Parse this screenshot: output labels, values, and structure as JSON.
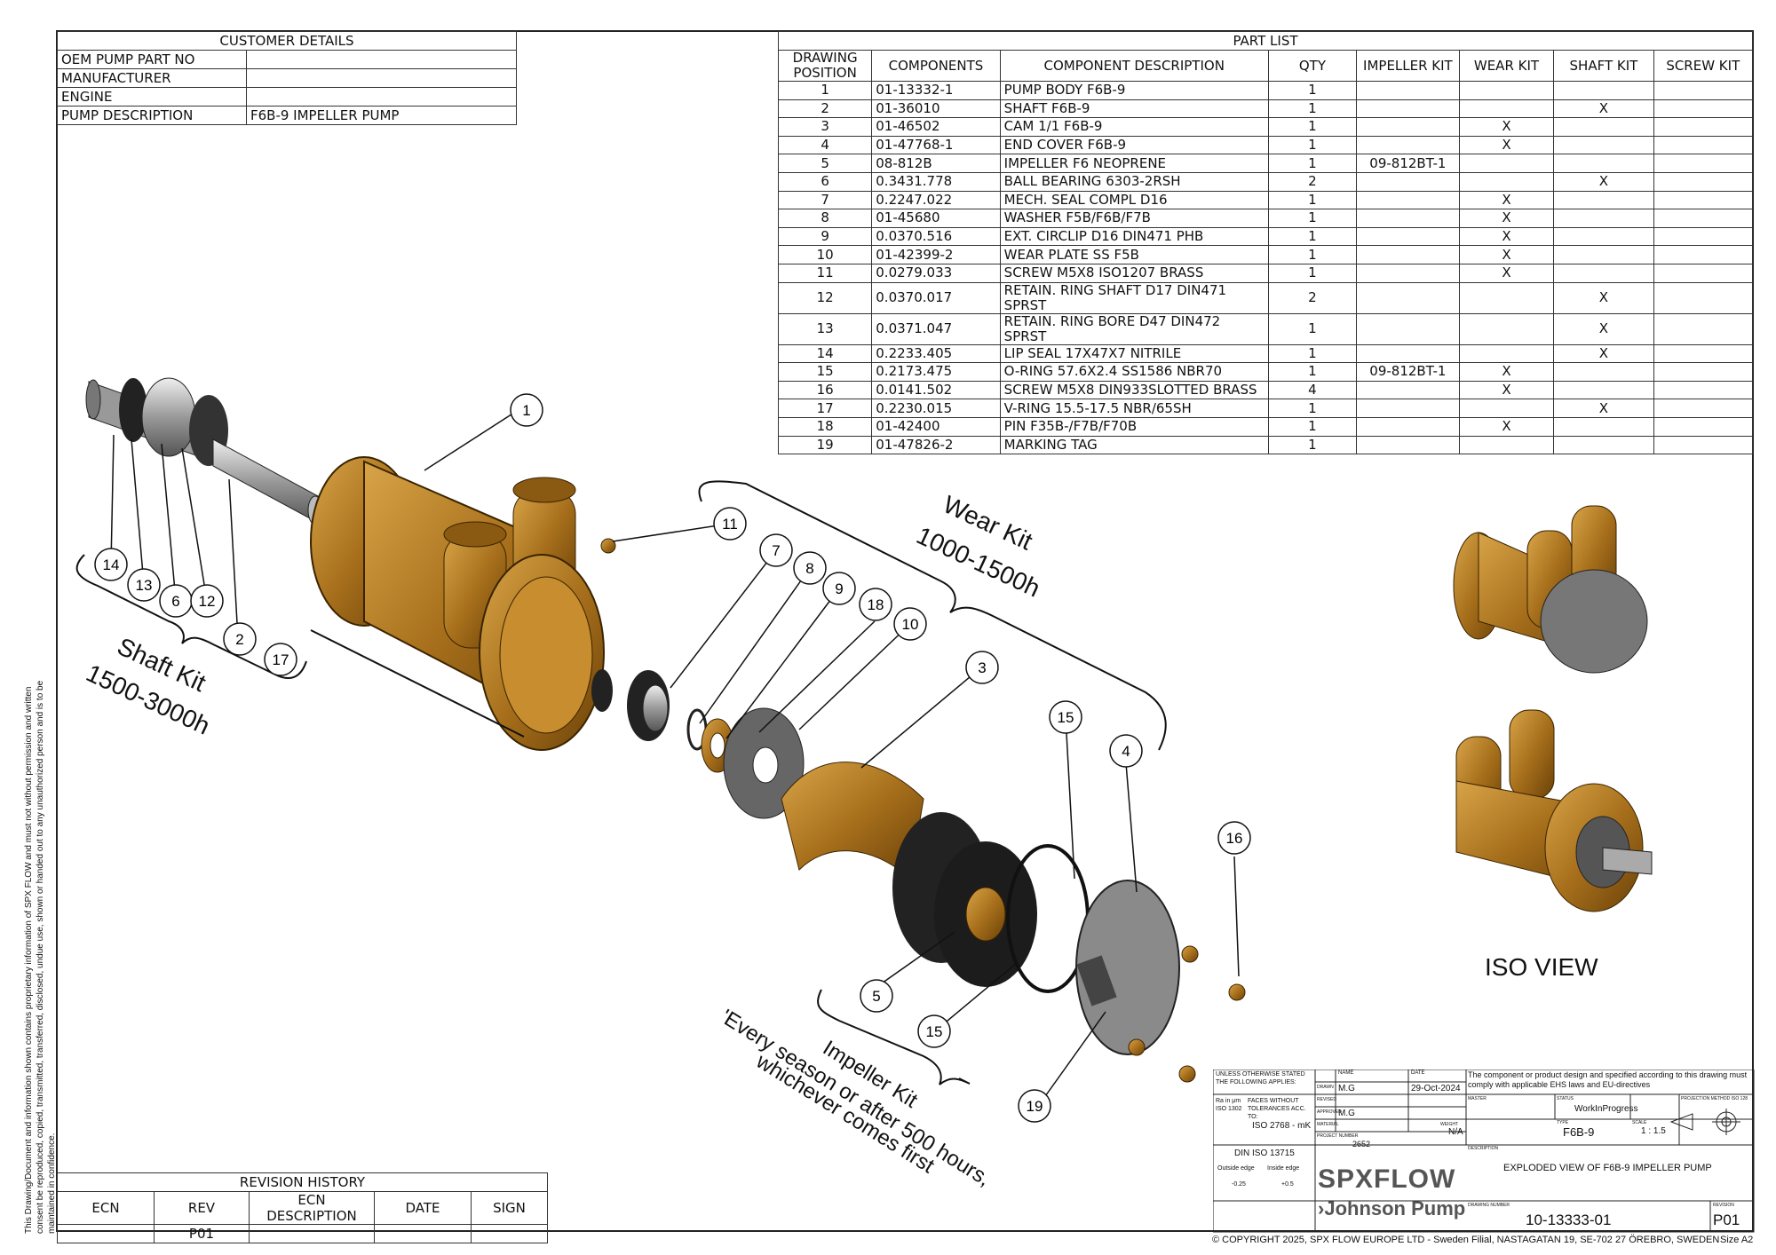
{
  "customer_details": {
    "title": "CUSTOMER DETAILS",
    "rows": [
      {
        "label": "OEM PUMP PART NO",
        "value": ""
      },
      {
        "label": "MANUFACTURER",
        "value": ""
      },
      {
        "label": "ENGINE",
        "value": ""
      },
      {
        "label": "PUMP DESCRIPTION",
        "value": "F6B-9 IMPELLER PUMP"
      }
    ]
  },
  "part_list": {
    "title": "PART LIST",
    "headers": [
      "DRAWING POSITION",
      "COMPONENTS",
      "COMPONENT DESCRIPTION",
      "QTY",
      "IMPELLER KIT",
      "WEAR KIT",
      "SHAFT KIT",
      "SCREW KIT"
    ],
    "rows": [
      [
        "1",
        "01-13332-1",
        "PUMP BODY F6B-9",
        "1",
        "",
        "",
        "",
        ""
      ],
      [
        "2",
        "01-36010",
        "SHAFT F6B-9",
        "1",
        "",
        "",
        "X",
        ""
      ],
      [
        "3",
        "01-46502",
        "CAM 1/1 F6B-9",
        "1",
        "",
        "X",
        "",
        ""
      ],
      [
        "4",
        "01-47768-1",
        "END COVER F6B-9",
        "1",
        "",
        "X",
        "",
        ""
      ],
      [
        "5",
        "08-812B",
        "IMPELLER F6 NEOPRENE",
        "1",
        "09-812BT-1",
        "",
        "",
        ""
      ],
      [
        "6",
        "0.3431.778",
        "BALL BEARING 6303-2RSH",
        "2",
        "",
        "",
        "X",
        ""
      ],
      [
        "7",
        "0.2247.022",
        "MECH. SEAL COMPL D16",
        "1",
        "",
        "X",
        "",
        ""
      ],
      [
        "8",
        "01-45680",
        "WASHER F5B/F6B/F7B",
        "1",
        "",
        "X",
        "",
        ""
      ],
      [
        "9",
        "0.0370.516",
        "EXT. CIRCLIP D16 DIN471 PHB",
        "1",
        "",
        "X",
        "",
        ""
      ],
      [
        "10",
        "01-42399-2",
        "WEAR PLATE SS F5B",
        "1",
        "",
        "X",
        "",
        ""
      ],
      [
        "11",
        "0.0279.033",
        "SCREW M5X8 ISO1207 BRASS",
        "1",
        "",
        "X",
        "",
        ""
      ],
      [
        "12",
        "0.0370.017",
        "RETAIN. RING SHAFT D17 DIN471 SPRST",
        "2",
        "",
        "",
        "X",
        ""
      ],
      [
        "13",
        "0.0371.047",
        "RETAIN. RING BORE D47 DIN472 SPRST",
        "1",
        "",
        "",
        "X",
        ""
      ],
      [
        "14",
        "0.2233.405",
        "LIP SEAL 17X47X7 NITRILE",
        "1",
        "",
        "",
        "X",
        ""
      ],
      [
        "15",
        "0.2173.475",
        "O-RING 57.6X2.4 SS1586 NBR70",
        "1",
        "09-812BT-1",
        "X",
        "",
        ""
      ],
      [
        "16",
        "0.0141.502",
        "SCREW M5X8 DIN933SLOTTED BRASS",
        "4",
        "",
        "X",
        "",
        ""
      ],
      [
        "17",
        "0.2230.015",
        "V-RING 15.5-17.5 NBR/65SH",
        "1",
        "",
        "",
        "X",
        ""
      ],
      [
        "18",
        "01-42400",
        "PIN F35B-/F7B/F70B",
        "1",
        "",
        "X",
        "",
        ""
      ],
      [
        "19",
        "01-47826-2",
        "MARKING TAG",
        "1",
        "",
        "",
        "",
        ""
      ]
    ]
  },
  "revision_history": {
    "title": "REVISION HISTORY",
    "headers": [
      "ECN",
      "REV",
      "ECN DESCRIPTION",
      "DATE",
      "SIGN"
    ],
    "rows": [
      [
        "",
        "P01",
        "",
        "",
        ""
      ]
    ]
  },
  "kits": {
    "wear": {
      "name": "Wear Kit",
      "hours": "1000-1500h"
    },
    "shaft": {
      "name": "Shaft Kit",
      "hours": "1500-3000h"
    },
    "impeller": {
      "name": "Impeller Kit",
      "note1": "'Every season or after 500 hours,",
      "note2": "whichever comes first"
    }
  },
  "iso_label": "ISO VIEW",
  "side_note": "This Drawing/Document and information shown contains proprietary information of SPX FLOW and must not without permission and written consent be reproduced, copied, transmitted, transferred, disclosed, undue use, shown or handed out to any unauthorized person and is to be maintained in confidence.",
  "title_block": {
    "unless_stated": "UNLESS OTHERWISE STATED THE FOLLOWING APPLIES:",
    "ra": "Ra in μm ISO 1302",
    "faces": "FACES WITHOUT TOLERANCES ACC. TO:",
    "iso2768": "ISO 2768 - mK",
    "din": "DIN ISO 13715",
    "outside_edge": "Outside edge",
    "inside_edge": "Inside edge",
    "outside_val": "-0.25",
    "inside_val": "+0.5",
    "name_label": "NAME",
    "date_label": "DATE",
    "drawn_label": "DRAWN",
    "drawn": "M.G",
    "date": "29-Oct-2024",
    "revised_label": "REVISED",
    "approved_label": "APPROVED",
    "approved": "M.G",
    "material_label": "MATERIAL",
    "weight_label": "WEIGHT",
    "weight": "N/A",
    "project_label": "PROJECT NUMBER",
    "project": "2652",
    "ehs_note": "The component or product design and specified according to this drawing must comply with applicable EHS laws and EU-directives",
    "master_label": "MASTER",
    "status_label": "STATUS",
    "status": "WorkInProgress",
    "type_label": "TYPE",
    "type": "F6B-9",
    "scale_label": "SCALE",
    "scale": "1 : 1.5",
    "projection_label": "PROJECTION METHOD ISO 128",
    "description_label": "DESCRIPTION",
    "description": "EXPLODED VIEW OF F6B-9 IMPELLER PUMP",
    "drawing_no_label": "DRAWING NUMBER",
    "drawing_no": "10-13333-01",
    "revision_label": "REVISION",
    "revision": "P01",
    "brand": "SPXFLOW",
    "sub_brand": "Johnson Pump"
  },
  "copyright": "© COPYRIGHT 2025, SPX FLOW EUROPE LTD - Sweden Filial, NASTAGATAN 19, SE-702 27 ÖREBRO, SWEDEN",
  "size": "Size  A2",
  "callouts": [
    "1",
    "2",
    "3",
    "4",
    "5",
    "6",
    "7",
    "8",
    "9",
    "10",
    "11",
    "12",
    "13",
    "14",
    "15",
    "15",
    "16",
    "17",
    "18",
    "19"
  ]
}
